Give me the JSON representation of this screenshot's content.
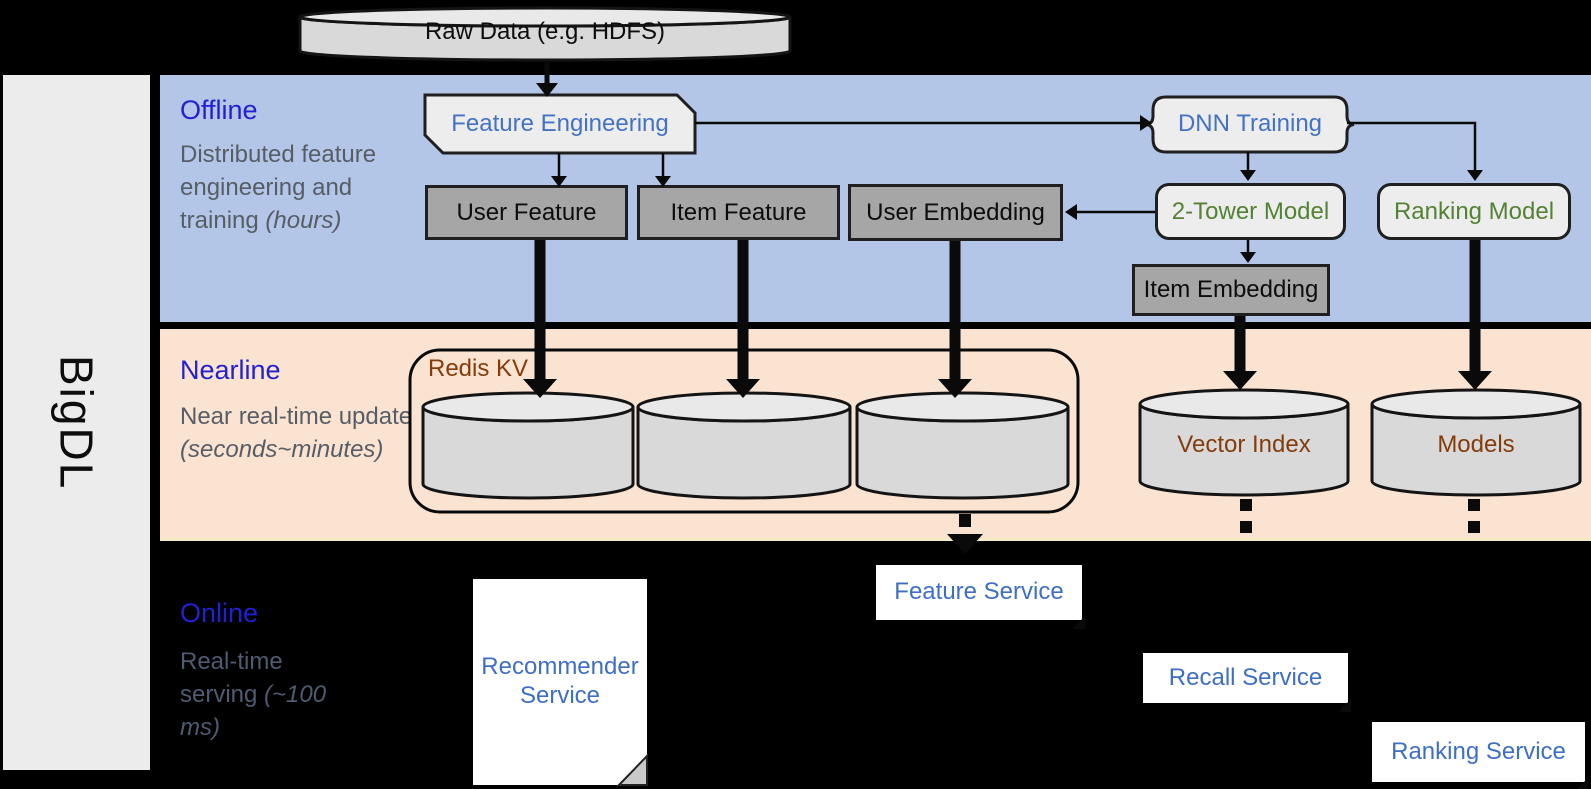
{
  "brand": {
    "label": "BigDL"
  },
  "raw_data": {
    "label": "Raw Data (e.g. HDFS)"
  },
  "lanes": {
    "offline": {
      "label": "Offline",
      "desc": "Distributed feature engineering and training ",
      "desc_italic": "(hours)"
    },
    "nearline": {
      "label": "Nearline",
      "desc": "Near real-time update ",
      "desc_italic": "(seconds~minutes)"
    },
    "online": {
      "label": "Online",
      "desc": "Real-time serving ",
      "desc_italic": "(~100 ms)"
    }
  },
  "offline_nodes": {
    "feature_engineering": "Feature Engineering",
    "dnn_training": "DNN Training",
    "user_feature": "User Feature",
    "item_feature": "Item Feature",
    "user_embedding": "User Embedding",
    "two_tower_model": "2-Tower Model",
    "ranking_model": "Ranking Model",
    "item_embedding": "Item Embedding"
  },
  "nearline_nodes": {
    "redis_kv": "Redis KV",
    "vector_index": "Vector Index",
    "models": "Models"
  },
  "online_nodes": {
    "recommender_service": "Recommender Service",
    "feature_service": "Feature Service",
    "recall_service": "Recall Service",
    "ranking_service": "Ranking Service"
  },
  "colors": {
    "offline_band": "#b3c6e7",
    "nearline_band": "#fbe3d2",
    "node_gray": "#a6a6a6",
    "shape_light": "#ededed",
    "cylinder": "#d9d9d9",
    "accent_blue": "#4472c4",
    "lane_label_blue": "#2121d1",
    "model_green": "#548235",
    "store_brown": "#843c0c",
    "service_text_blue": "#3e6fc4"
  }
}
